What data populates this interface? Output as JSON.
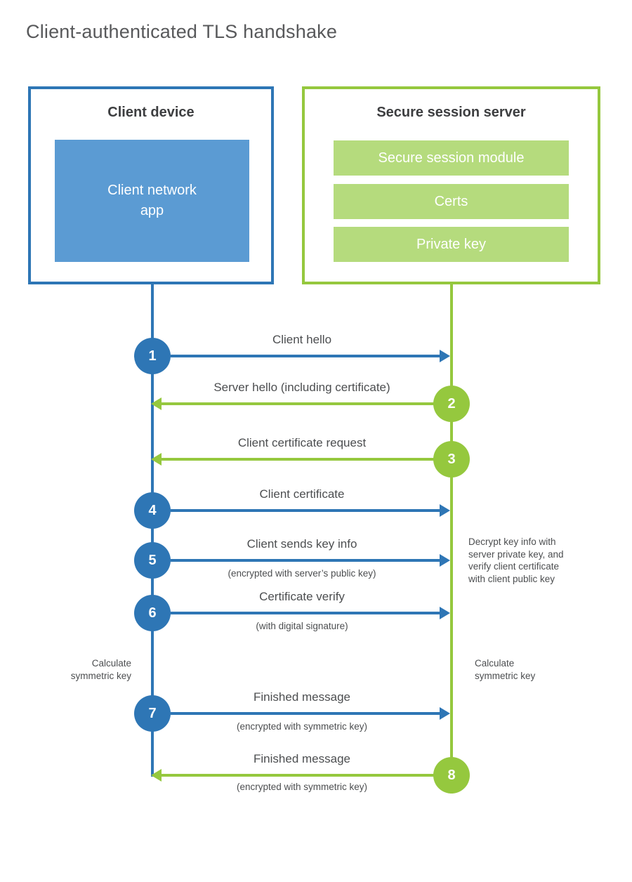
{
  "title": "Client-authenticated TLS handshake",
  "colors": {
    "blue-line": "#2e76b5",
    "blue-fill": "#5b9bd3",
    "green-line": "#95c83e",
    "green-fill": "#b5db7d",
    "title-gray": "#58595b",
    "header-dark": "#3d3e40",
    "label-gray": "#4c4e50",
    "bg": "#ffffff"
  },
  "client_box": {
    "title": "Client device",
    "app_label": [
      "Client network",
      "app"
    ]
  },
  "server_box": {
    "title": "Secure session server",
    "modules": [
      "Secure session module",
      "Certs",
      "Private key"
    ]
  },
  "rows": [
    {
      "num": "1",
      "label": "Client hello",
      "sublabel": "",
      "from": "client",
      "to": "server"
    },
    {
      "num": "2",
      "label": "Server hello (including certificate)",
      "sublabel": "",
      "from": "server",
      "to": "client"
    },
    {
      "num": "3",
      "label": "Client certificate request",
      "sublabel": "",
      "from": "server",
      "to": "client"
    },
    {
      "num": "4",
      "label": "Client certificate",
      "sublabel": "",
      "from": "client",
      "to": "server"
    },
    {
      "num": "5",
      "label": "Client sends key info",
      "sublabel": "(encrypted with server’s public key)",
      "from": "client",
      "to": "server"
    },
    {
      "num": "6",
      "label": "Certificate verify",
      "sublabel": "(with digital signature)",
      "from": "client",
      "to": "server"
    },
    {
      "num": "7",
      "label": "Finished message",
      "sublabel": "(encrypted with symmetric key)",
      "from": "client",
      "to": "server"
    },
    {
      "num": "8",
      "label": "Finished message",
      "sublabel": "(encrypted with symmetric key)",
      "from": "server",
      "to": "client"
    }
  ],
  "notes": {
    "client_calculate": [
      "Calculate",
      "symmetric key"
    ],
    "server_calculate": [
      "Calculate",
      "symmetric key"
    ],
    "server_decrypt": [
      "Decrypt key info with",
      "server private key, and",
      "verify client certificate",
      "with client public key"
    ]
  }
}
